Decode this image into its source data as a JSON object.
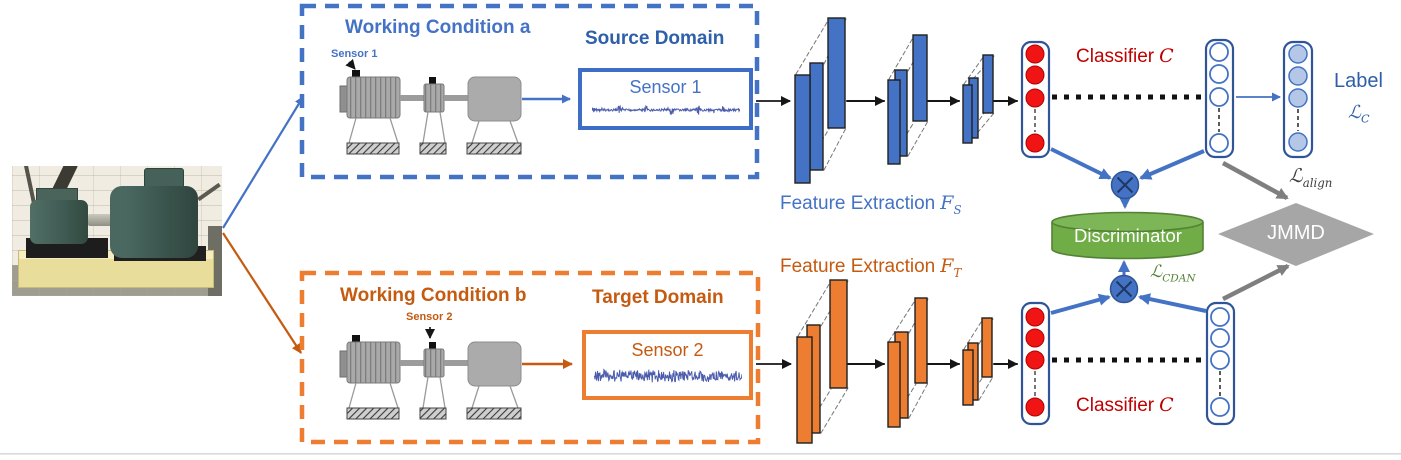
{
  "colors": {
    "blue": "#4472C4",
    "blue_dark": "#2F5597",
    "blue_text": "#2E5FA8",
    "orange": "#ED7D31",
    "orange_text": "#C55A11",
    "red_fill": "#F01414",
    "red_text": "#C00000",
    "green_fill": "#70AD47",
    "green_border": "#548235",
    "green_text": "#538135",
    "gray_diamond": "#A6A6A6",
    "gray_arrow": "#7F7F7F",
    "label_circle_fill": "#B4C7E7"
  },
  "source": {
    "working_condition": "Working Condition a",
    "domain": "Source Domain",
    "sensor_tag": "Sensor 1",
    "sensor_box_label": "Sensor 1",
    "feature_extraction": {
      "label": "Feature Extraction",
      "symbol": "F",
      "sub": "S"
    },
    "classifier": {
      "label": "Classifier",
      "symbol": "C"
    }
  },
  "target": {
    "working_condition": "Working Condition b",
    "domain": "Target Domain",
    "sensor_tag": "Sensor 2",
    "sensor_box_label": "Sensor 2",
    "feature_extraction": {
      "label": "Feature Extraction",
      "symbol": "F",
      "sub": "T"
    },
    "classifier": {
      "label": "Classifier",
      "symbol": "C"
    }
  },
  "label_block": {
    "title": "Label",
    "loss_symbol": "ℒ",
    "loss_sub": "C"
  },
  "losses": {
    "align": {
      "symbol": "ℒ",
      "sub": "align"
    },
    "cdan": {
      "symbol": "ℒ",
      "sub": "CDAN"
    }
  },
  "discriminator": {
    "label": "Discriminator"
  },
  "jmmd": {
    "label": "JMMD"
  }
}
